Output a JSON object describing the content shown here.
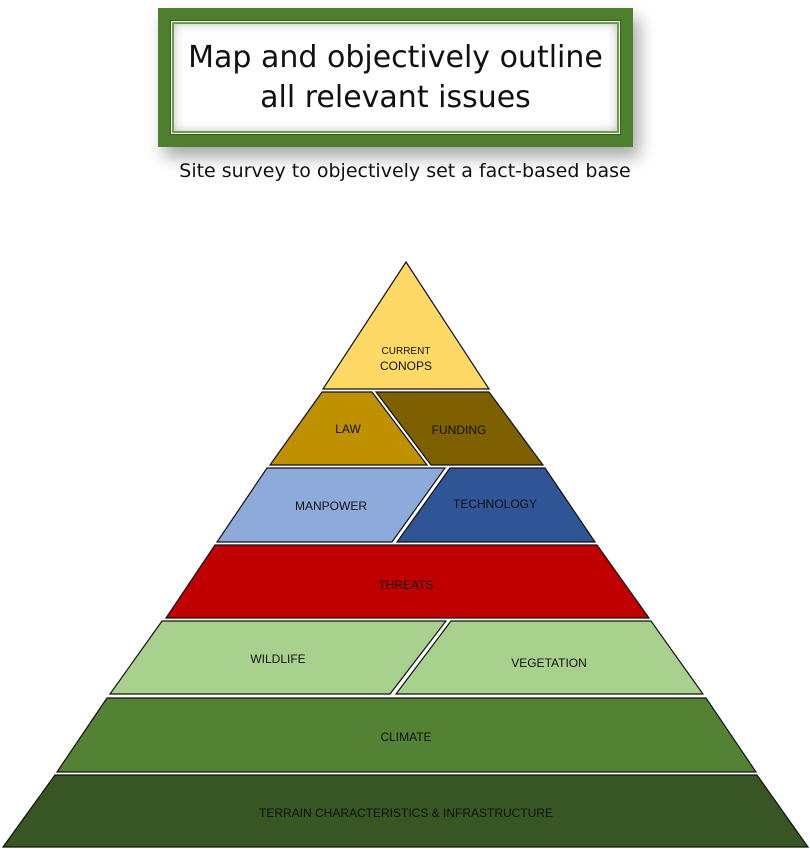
{
  "title": "Map and objectively outline all relevant issues",
  "subtitle": "Site survey to objectively set a fact-based base",
  "layers": {
    "current_conops": {
      "line1": "CURRENT",
      "line2": "CONOPS",
      "color": "#ffd966"
    },
    "law": {
      "label": "LAW",
      "color": "#bf9000"
    },
    "funding": {
      "label": "FUNDING",
      "color": "#7f6000"
    },
    "manpower": {
      "label": "MANPOWER",
      "color": "#8eaadb"
    },
    "technology": {
      "label": "TECHNOLOGY",
      "color": "#2f5597"
    },
    "threats": {
      "label": "THREATS",
      "color": "#c00000"
    },
    "wildlife": {
      "label": "WILDLIFE",
      "color": "#a9d18e"
    },
    "vegetation": {
      "label": "VEGETATION",
      "color": "#a9d18e"
    },
    "climate": {
      "label": "CLIMATE",
      "color": "#548235"
    },
    "terrain": {
      "label": "TERRAIN CHARACTERISTICS & INFRASTRUCTURE",
      "color": "#375623"
    }
  }
}
